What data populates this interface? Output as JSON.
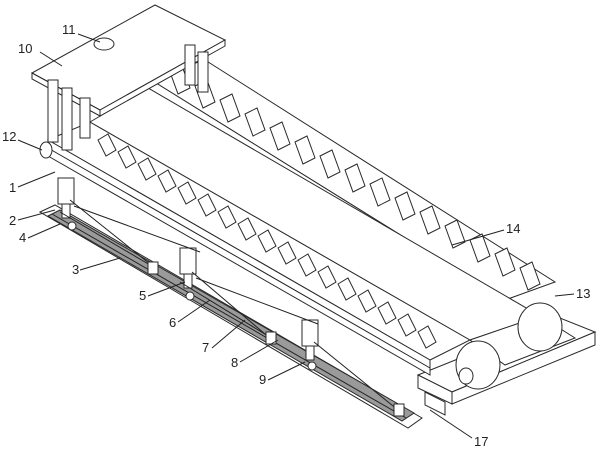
{
  "labels": {
    "l1": "1",
    "l2": "2",
    "l3": "3",
    "l4": "4",
    "l5": "5",
    "l6": "6",
    "l7": "7",
    "l8": "8",
    "l9": "9",
    "l10": "10",
    "l11": "11",
    "l12": "12",
    "l13": "13",
    "l14": "14",
    "l17": "17"
  }
}
